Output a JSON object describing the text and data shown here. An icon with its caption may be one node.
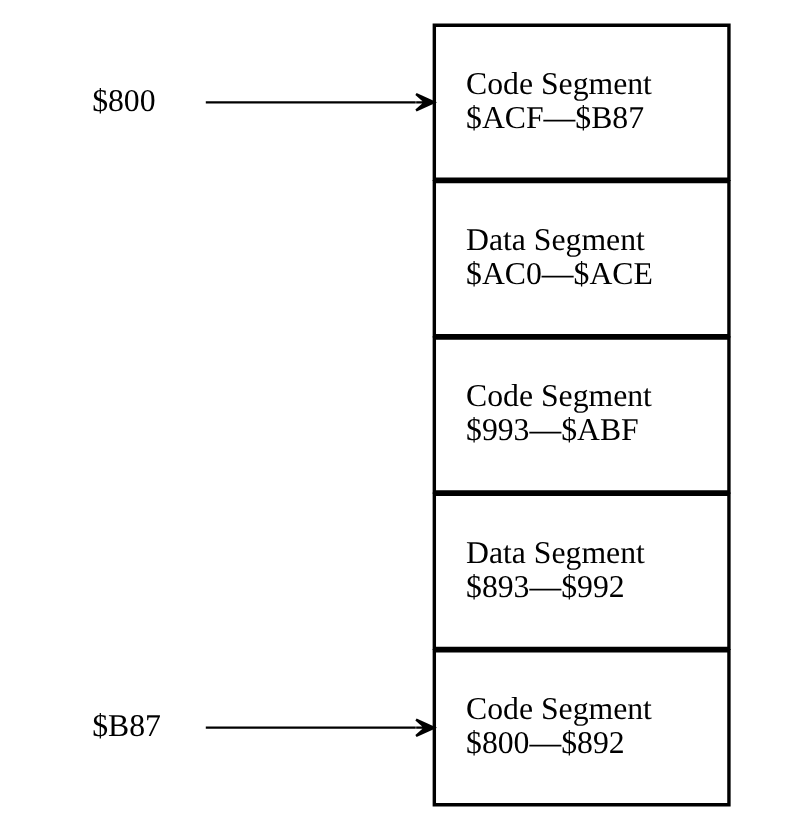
{
  "diagram": {
    "nodes": [
      {
        "text": [
          "$B87"
        ]
      },
      {
        "text": [
          "Code Segment",
          "$800—$892"
        ]
      },
      {
        "text": [
          "Data Segment",
          "$893—$992"
        ]
      },
      {
        "text": [
          "Code Segment",
          "$993—$ABF"
        ]
      },
      {
        "text": [
          "Data Segment",
          "$AC0—$ACE"
        ]
      },
      {
        "text": [
          "Code Segment",
          "$ACF—$B87"
        ]
      },
      {
        "text": [
          "$800"
        ]
      }
    ],
    "edges": [
      {
        "from": 0,
        "to": 1,
        "arrow": "to"
      },
      {
        "from": 6,
        "to": 5,
        "arrow": "to"
      }
    ]
  }
}
